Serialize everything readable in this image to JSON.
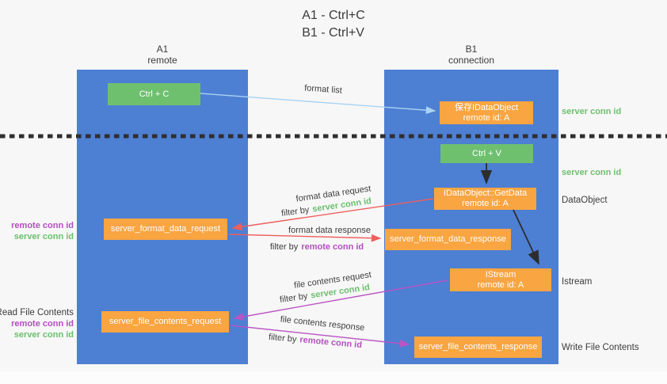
{
  "title": {
    "line1": "A1 - Ctrl+C",
    "line2": "B1 - Ctrl+V"
  },
  "lanes": {
    "a1": {
      "title": "A1",
      "subtitle": "remote"
    },
    "b1": {
      "title": "B1",
      "subtitle": "connection"
    }
  },
  "nodes": {
    "ctrl_c": {
      "label": "Ctrl + C"
    },
    "save_dataobject": {
      "line1": "保存IDataObject",
      "line2": "remote id: A"
    },
    "ctrl_v": {
      "label": "Ctrl + V"
    },
    "getdata": {
      "line1": "IDataObject::GetData",
      "line2": "remote id: A"
    },
    "format_request": {
      "label": "server_format_data_request"
    },
    "format_response": {
      "label": "server_format_data_response"
    },
    "istream": {
      "line1": "IStream",
      "line2": "remote id: A"
    },
    "file_request": {
      "label": "server_file_contents_request"
    },
    "file_response": {
      "label": "server_file_contents_response"
    }
  },
  "edge_labels": {
    "format_list": "format list",
    "format_data_request": "format data request",
    "format_data_response": "format data response",
    "file_contents_request": "file contents request",
    "file_contents_response": "file contents response",
    "filter_prefix": "filter by",
    "server_conn_id": "server conn id",
    "remote_conn_id": "remote conn id"
  },
  "side_labels": {
    "server_conn_id_top": "server conn id",
    "server_conn_id_mid": "server conn id",
    "dataobject": "DataObject",
    "istream": "Istream",
    "write_file_contents": "Write File Contents",
    "read_file_contents": "Read File Contents",
    "remote_conn_id": "remote conn id",
    "server_conn_id": "server conn id"
  },
  "colors": {
    "lane_blue": "#4d7fd3",
    "node_green": "#6ec06f",
    "node_orange": "#f8a542",
    "arrow_red": "#ee5f5d",
    "arrow_purple": "#bb54c5",
    "arrow_lightblue": "#a8d3f2",
    "arrow_black": "#2d2d2d",
    "text_green": "#6cbf6e",
    "text_purple": "#b44ec0",
    "text_dark": "#3c3c3c"
  }
}
